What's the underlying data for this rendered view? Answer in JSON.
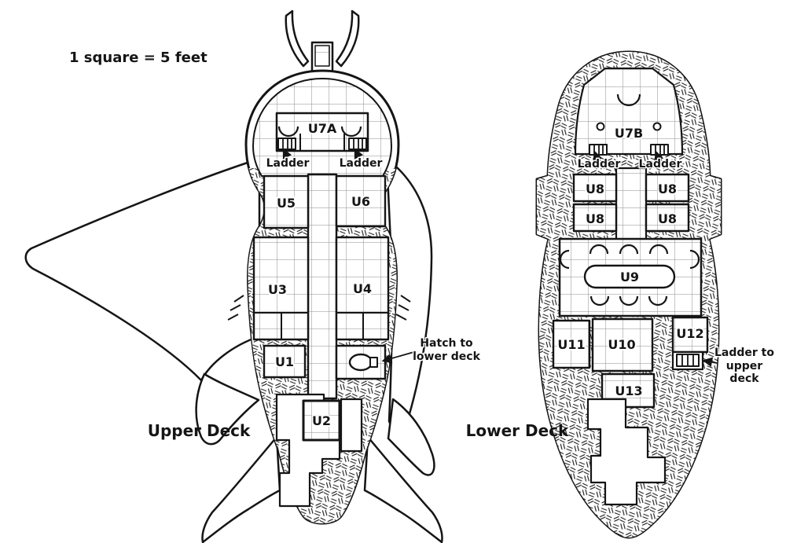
{
  "colors": {
    "ink": "#151515",
    "paper": "#ffffff",
    "grid_line": "#8c8c8c"
  },
  "scale_note": "1 square = 5 feet",
  "icons": {
    "ladder": "ladder-grate",
    "hammock": "hammock-arc",
    "hatch": "oval-hatch",
    "porthole": "small-circle"
  },
  "upper_deck": {
    "title": "Upper Deck",
    "rooms": {
      "u7a": "U7A",
      "u5": "U5",
      "u6": "U6",
      "u3": "U3",
      "u4": "U4",
      "u1": "U1",
      "u2": "U2"
    },
    "ladder_left": "Ladder",
    "ladder_right": "Ladder",
    "hatch_note_line1": "Hatch to",
    "hatch_note_line2": "lower deck"
  },
  "lower_deck": {
    "title": "Lower Deck",
    "rooms": {
      "u7b": "U7B",
      "u8_fore_port": "U8",
      "u8_fore_starboard": "U8",
      "u8_aft_port": "U8",
      "u8_aft_starboard": "U8",
      "u9": "U9",
      "u10": "U10",
      "u11": "U11",
      "u12": "U12",
      "u13": "U13"
    },
    "ladder_left": "Ladder",
    "ladder_right": "Ladder",
    "ladder_note_line1": "Ladder to",
    "ladder_note_line2": "upper",
    "ladder_note_line3": "deck"
  }
}
